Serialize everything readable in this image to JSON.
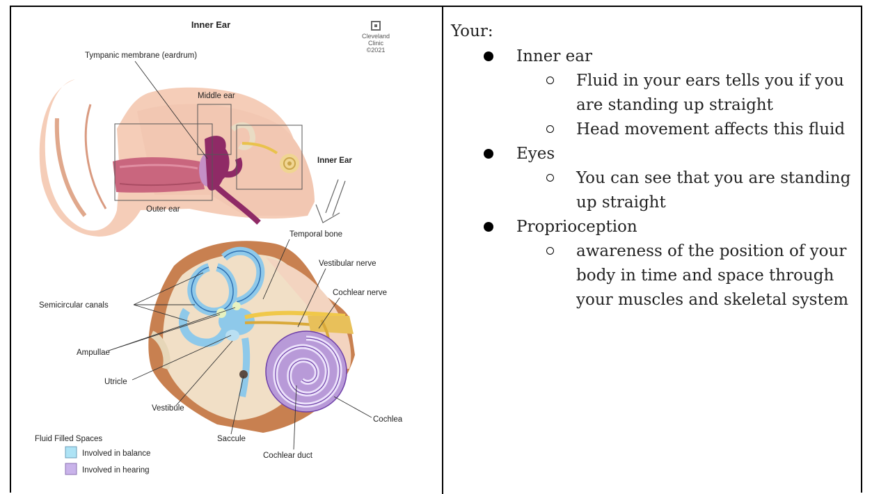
{
  "figure": {
    "title": "Inner Ear",
    "brand": {
      "name_line1": "Cleveland",
      "name_line2": "Clinic",
      "year": "©2021"
    },
    "labels": {
      "tympanic": "Tympanic membrane (eardrum)",
      "middle_ear": "Middle ear",
      "inner_ear": "Inner Ear",
      "outer_ear": "Outer ear",
      "temporal_bone": "Temporal bone",
      "vestibular_nerve": "Vestibular nerve",
      "cochlear_nerve": "Cochlear nerve",
      "semicircular": "Semicircular canals",
      "ampullae": "Ampullae",
      "utricle": "Utricle",
      "vestibule": "Vestibule",
      "saccule": "Saccule",
      "cochlear_duct": "Cochlear duct",
      "cochlea": "Cochlea"
    },
    "legend": {
      "title": "Fluid Filled Spaces",
      "items": [
        {
          "label": "Involved in balance",
          "color": "#aee3f5"
        },
        {
          "label": "Involved in hearing",
          "color": "#c9b3ea"
        }
      ]
    }
  },
  "notes": {
    "intro": "Your:",
    "items": [
      {
        "label": "Inner ear",
        "sub": [
          "Fluid in your ears tells you if you are standing up straight",
          "Head movement affects this fluid"
        ]
      },
      {
        "label": "Eyes",
        "sub": [
          "You can see that you are standing up straight"
        ]
      },
      {
        "label": "Proprioception",
        "sub": [
          "awareness of the position of your body in time and space through your muscles and skeletal system"
        ]
      }
    ]
  }
}
